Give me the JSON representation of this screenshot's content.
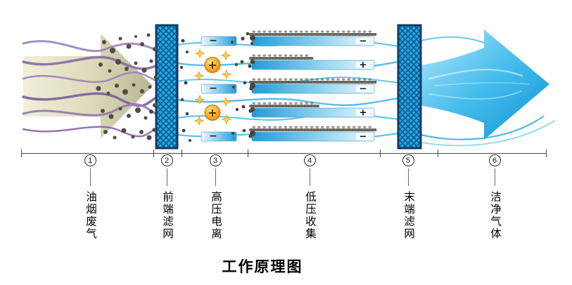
{
  "title": "工作原理图",
  "stages": [
    {
      "num": "1",
      "label": "油烟废气"
    },
    {
      "num": "2",
      "label": "前端滤网"
    },
    {
      "num": "3",
      "label": "高压电离"
    },
    {
      "num": "4",
      "label": "低压收集"
    },
    {
      "num": "5",
      "label": "末端滤网"
    },
    {
      "num": "6",
      "label": "洁净气体"
    }
  ],
  "ionization": {
    "electrode_signs": [
      "−",
      "−",
      "−"
    ],
    "emitter_signs": [
      "+",
      "+"
    ]
  },
  "collection": {
    "plate_signs": [
      "−",
      "+",
      "−",
      "+",
      "−"
    ]
  },
  "colors": {
    "fume_arrow": "#d9d7b4",
    "smoke_line": "#8f6fb0",
    "airflow": "#29abe2",
    "filter_blue": "#2ba7dd",
    "emitter_orange": "#f8a51f",
    "particle": "#504d42"
  }
}
